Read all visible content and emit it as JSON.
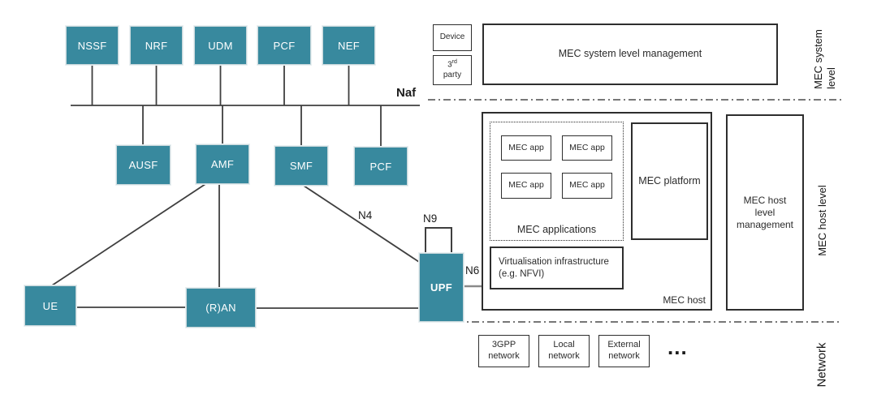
{
  "colors": {
    "node_fill": "#38899e",
    "node_border": "#c9d8dc",
    "node_text": "#ffffff",
    "wire": "#3f3f3f",
    "n6_wire": "#8a8a8a",
    "mec_border": "#2e2e2e",
    "mec_text": "#2b2b2b"
  },
  "five_g": {
    "bus_label": "Naf",
    "top_row": [
      "NSSF",
      "NRF",
      "UDM",
      "PCF",
      "NEF"
    ],
    "mid_row": [
      "AUSF",
      "AMF",
      "SMF",
      "PCF"
    ],
    "ue_label": "UE",
    "ran_label": "(R)AN",
    "upf_label": "UPF",
    "interfaces": {
      "n4": "N4",
      "n9": "N9",
      "n6": "N6"
    }
  },
  "mec": {
    "device_label": "Device",
    "third_party": {
      "num": "3",
      "ordinal": "rd",
      "word": "party"
    },
    "system_management_label": "MEC system level management",
    "host": {
      "applications_group_label": "MEC applications",
      "app_labels": [
        "MEC app",
        "MEC app",
        "MEC app",
        "MEC app"
      ],
      "platform_label": "MEC platform",
      "virtualisation_line1": "Virtualisation infrastructure",
      "virtualisation_line2": "(e.g. NFVI)",
      "host_label": "MEC host"
    },
    "host_management_label": "MEC host level management",
    "side_labels": {
      "system_line1": "MEC system",
      "system_line2": "level",
      "host": "MEC host level",
      "network": "Network"
    },
    "networks": [
      "3GPP network",
      "Local network",
      "External network"
    ],
    "more_networks": "..."
  }
}
